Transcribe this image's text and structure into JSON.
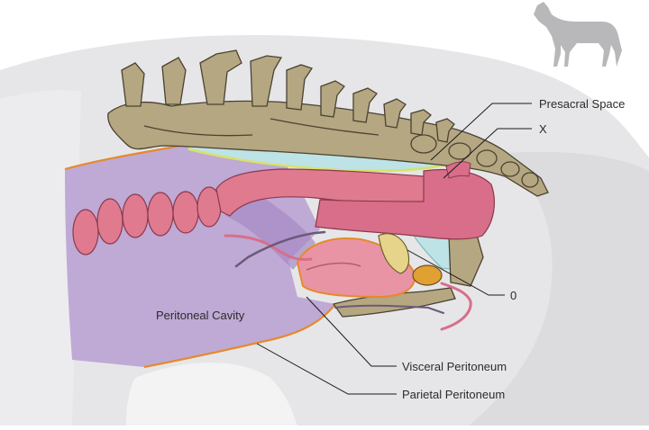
{
  "labels": {
    "presacral_space": "Presacral Space",
    "x_marker": "X",
    "o_marker": "0",
    "peritoneal_cavity": "Peritoneal Cavity",
    "visceral_peritoneum": "Visceral Peritoneum",
    "parietal_peritoneum": "Parietal Peritoneum"
  },
  "icons": {
    "orientation": "horse-silhouette-icon"
  },
  "colors": {
    "body_silhouette": "#e4e4e6",
    "peritoneal_cavity": "#b79ed1",
    "peritoneum_line": "#e58a2c",
    "bone": "#b4a781",
    "bone_outline": "#4a4232",
    "rectum": "#d86e8a",
    "colon": "#e07a8f",
    "retroperitoneal_space": "#bde3e6",
    "presacral_outline": "#d8e26a",
    "gland": "#e0a032",
    "horse_icon": "#b8b8bb"
  }
}
